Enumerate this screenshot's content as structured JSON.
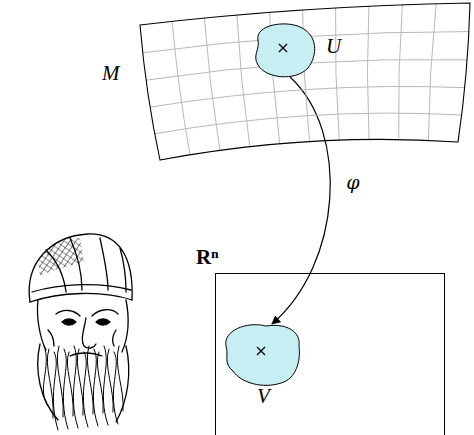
{
  "diagram": {
    "nodes": [
      {
        "text": [
          "M"
        ]
      },
      {
        "text": [
          "U"
        ],
        "in": 0
      },
      {
        "text": [
          "Rⁿ"
        ]
      },
      {
        "text": [
          "V"
        ],
        "in": 2
      }
    ],
    "edges": [
      {
        "from": 1,
        "to": 3,
        "arrow": "to",
        "label": "φ"
      }
    ]
  }
}
